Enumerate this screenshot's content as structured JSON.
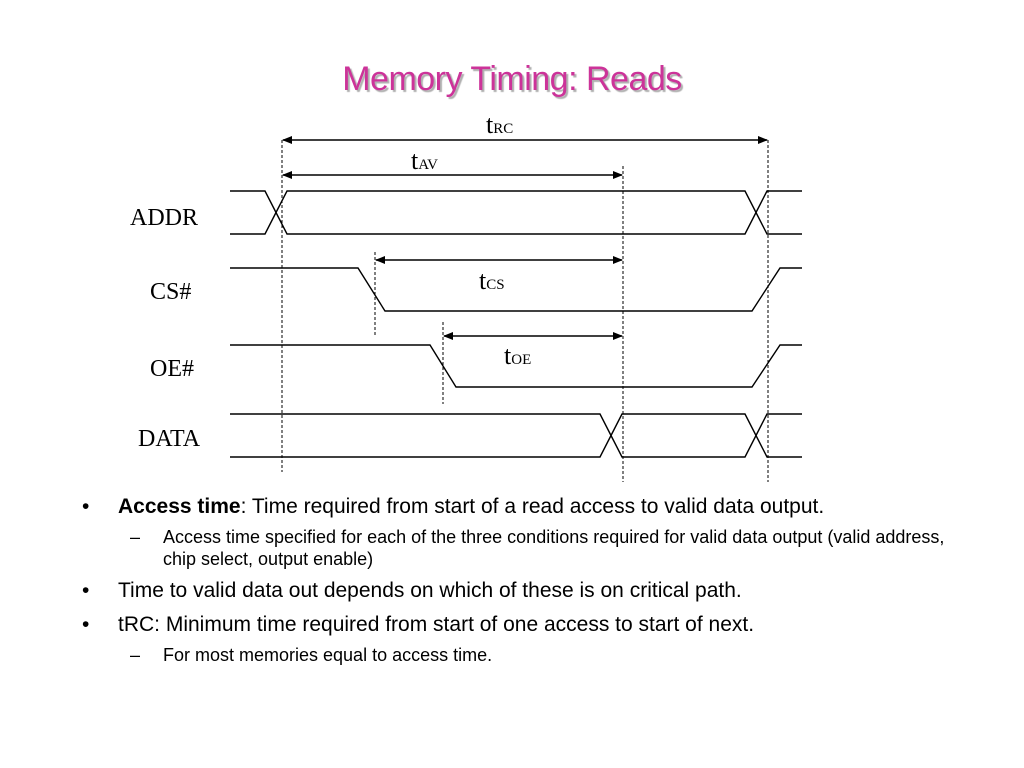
{
  "title": "Memory Timing: Reads",
  "signals": {
    "addr": "ADDR",
    "cs": "CS#",
    "oe": "OE#",
    "data": "DATA"
  },
  "timings": {
    "trc": {
      "main": "t",
      "sub": "RC"
    },
    "tav": {
      "main": "t",
      "sub": "AV"
    },
    "tcs": {
      "main": "t",
      "sub": "CS"
    },
    "toe": {
      "main": "t",
      "sub": "OE"
    }
  },
  "bullets": [
    {
      "marker": "•",
      "bold": "Access time",
      "text": ":  Time required from start of a read access to valid data output.",
      "subs": [
        {
          "marker": "–",
          "text": "Access time specified for each of the three conditions required for valid data output (valid address, chip select, output enable)"
        }
      ]
    },
    {
      "marker": "•",
      "bold": "",
      "text": "Time to valid data out depends on which of these is on critical path.",
      "subs": []
    },
    {
      "marker": "•",
      "bold": "",
      "text": "tRC:  Minimum time required from start of one access to start of next.",
      "subs": [
        {
          "marker": "–",
          "text": "For most memories equal to access time."
        }
      ]
    }
  ]
}
